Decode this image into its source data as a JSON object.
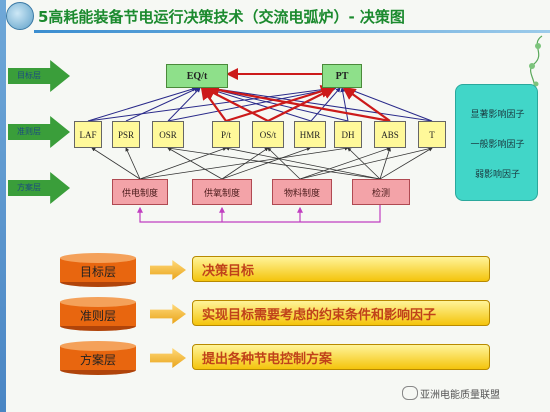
{
  "header": {
    "title": "5高耗能装备节电运行决策技术（交流电弧炉）- 决策图"
  },
  "layers": {
    "target_label": "目标层",
    "criteria_label": "准则层",
    "plan_label": "方案层"
  },
  "top_nodes": [
    "EQ/t",
    "PT"
  ],
  "criteria_nodes": [
    "LAF",
    "PSR",
    "OSR",
    "P/t",
    "OS/t",
    "HMR",
    "DH",
    "ABS",
    "T"
  ],
  "plan_nodes": [
    "供电制度",
    "供氧制度",
    "物料制度",
    "检测"
  ],
  "legend": {
    "items": [
      "显著影响因子",
      "一般影响因子",
      "弱影响因子"
    ]
  },
  "explanations": [
    {
      "layer": "目标层",
      "text": "决策目标"
    },
    {
      "layer": "准则层",
      "text": "实现目标需要考虑的约束条件和影响因子"
    },
    {
      "layer": "方案层",
      "text": "提出各种节电控制方案"
    }
  ],
  "watermark": "亚洲电能质量联盟",
  "colors": {
    "accent_green": "#1b8a2e",
    "strong_link": "#cc1a1a",
    "normal_link": "#2a2a8a",
    "weak_link": "#333333",
    "feedback_link": "#c03fc0"
  }
}
